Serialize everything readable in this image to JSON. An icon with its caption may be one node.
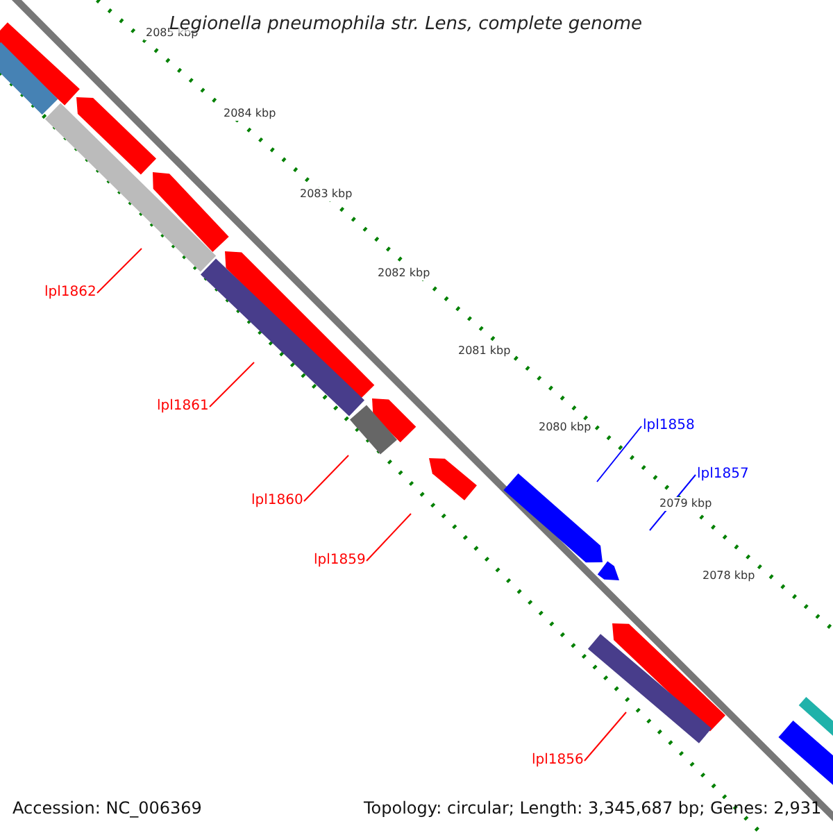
{
  "diagram": {
    "title": "Legionella pneumophila str. Lens, complete genome",
    "nodes": [
      {
        "text": [
          "lpl1862"
        ]
      },
      {
        "text": [
          "lpl1861"
        ]
      },
      {
        "text": [
          "lpl1858"
        ]
      },
      {
        "text": [
          "lpl1857"
        ]
      },
      {
        "text": [
          "lpl1860"
        ]
      },
      {
        "text": [
          "lpl1859"
        ]
      },
      {
        "text": [
          "lpl1856"
        ]
      }
    ],
    "edges": [
      {
        "from": 0,
        "to": null,
        "arrow": "none"
      },
      {
        "from": 1,
        "to": null,
        "arrow": "none"
      },
      {
        "from": 2,
        "to": null,
        "arrow": "none",
        "color": "#0000ff"
      },
      {
        "from": 3,
        "to": null,
        "arrow": "none",
        "color": "#0000ff"
      },
      {
        "from": 4,
        "to": null,
        "arrow": "none"
      },
      {
        "from": 5,
        "to": null,
        "arrow": "none"
      },
      {
        "from": 6,
        "to": null,
        "arrow": "none"
      }
    ],
    "labels": [
      "2085 kbp",
      "2084 kbp",
      "2083 kbp",
      "2082 kbp",
      "2081 kbp",
      "2080 kbp",
      "2079 kbp",
      "2078 kbp",
      "Accession: NC_006369",
      "Topology: circular; Length: 3,345,687 bp; Genes: 2,931"
    ]
  }
}
